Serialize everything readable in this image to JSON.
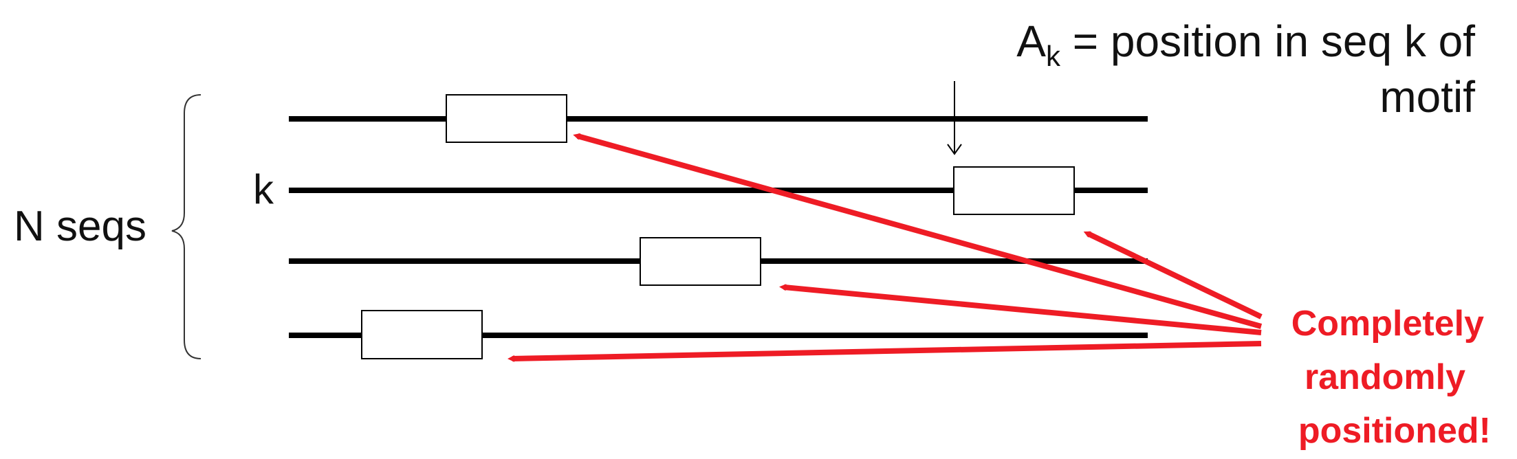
{
  "labels": {
    "n_seqs": "N seqs",
    "k": "k",
    "ak_base": "A",
    "ak_sub": "k",
    "ak_rest": " = position in seq k of",
    "ak_line2": "motif",
    "callout_line1": "Completely",
    "callout_line2": "randomly",
    "callout_line3": "positioned!"
  },
  "colors": {
    "line": "#000000",
    "text": "#111111",
    "accent_red": "#ee1c25",
    "box_fill": "#ffffff"
  },
  "sequences": [
    {
      "id": "seq-1"
    },
    {
      "id": "seq-2-k",
      "labeled": "k"
    },
    {
      "id": "seq-3"
    },
    {
      "id": "seq-4"
    }
  ]
}
